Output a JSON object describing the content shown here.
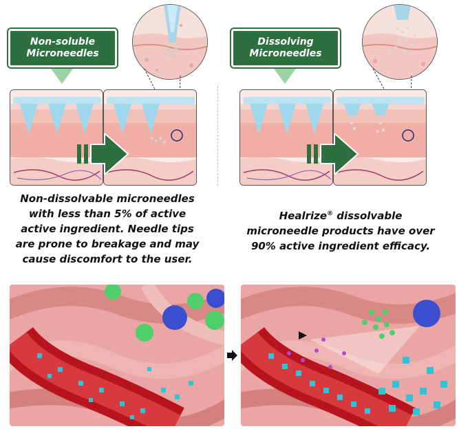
{
  "left": {
    "label_line1": "Non-soluble",
    "label_line2": "Microneedles",
    "caption_lines": [
      "Non-dissolvable microneedles",
      "with less than 5% of active",
      "active ingredient. Needle tips",
      "are prone to breakage and may",
      "cause discomfort to the user."
    ]
  },
  "right": {
    "label_line1": "Dissolving",
    "label_line2": "Microneedles",
    "brand": "Healrize",
    "registered_mark": "®",
    "caption_rest_line1": " dissolvable",
    "caption_lines": [
      "microneedle products have over",
      "90% active ingredient efficacy."
    ]
  },
  "colors": {
    "label_green": "#2e6f40",
    "pointer_green": "#9cd3a5",
    "arrow_green": "#2e6f40",
    "skin_pink": "#f1b5ad",
    "vessel_red": "#c4222a",
    "particle_cyan": "#2ec4d6"
  },
  "icons": {
    "process_arrow": "right-arrow-icon",
    "bottom_arrow": "black-right-arrow-icon"
  }
}
